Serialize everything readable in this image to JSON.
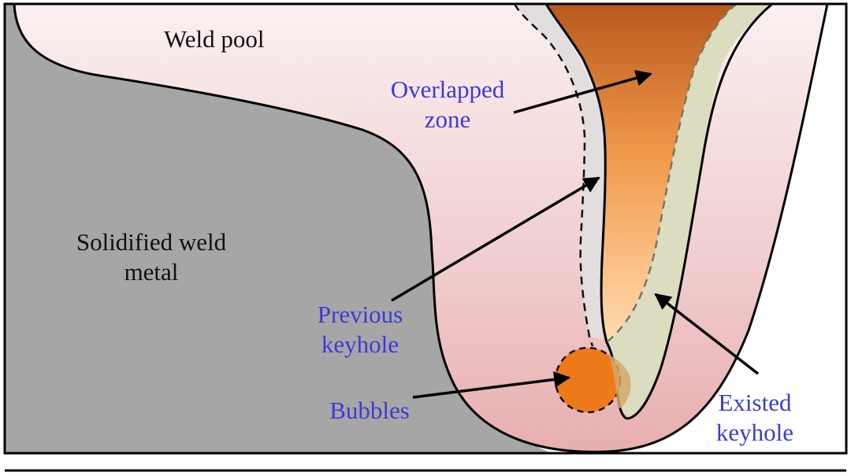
{
  "diagram": {
    "labels": {
      "weld_pool": "Weld pool",
      "overlapped_zone_line1": "Overlapped",
      "overlapped_zone_line2": "zone",
      "solidified_line1": "Solidified weld",
      "solidified_line2": "metal",
      "previous_keyhole_line1": "Previous",
      "previous_keyhole_line2": "keyhole",
      "bubbles": "Bubbles",
      "existed_keyhole_line1": "Existed",
      "existed_keyhole_line2": "keyhole"
    },
    "colors": {
      "solidified_metal": "#a6a6a6",
      "weld_pool_top": "#fbf0f0",
      "weld_pool_bottom": "#e8aeb0",
      "previous_keyhole_zone": "#e3dede",
      "existed_keyhole_zone": "#dcdcc0",
      "overlapped_top": "#b85a1c",
      "overlapped_bottom": "#ffd7a8",
      "bubble": "#ef7a1a",
      "label_black": "#111111",
      "label_blue": "#3b3bd6"
    }
  }
}
